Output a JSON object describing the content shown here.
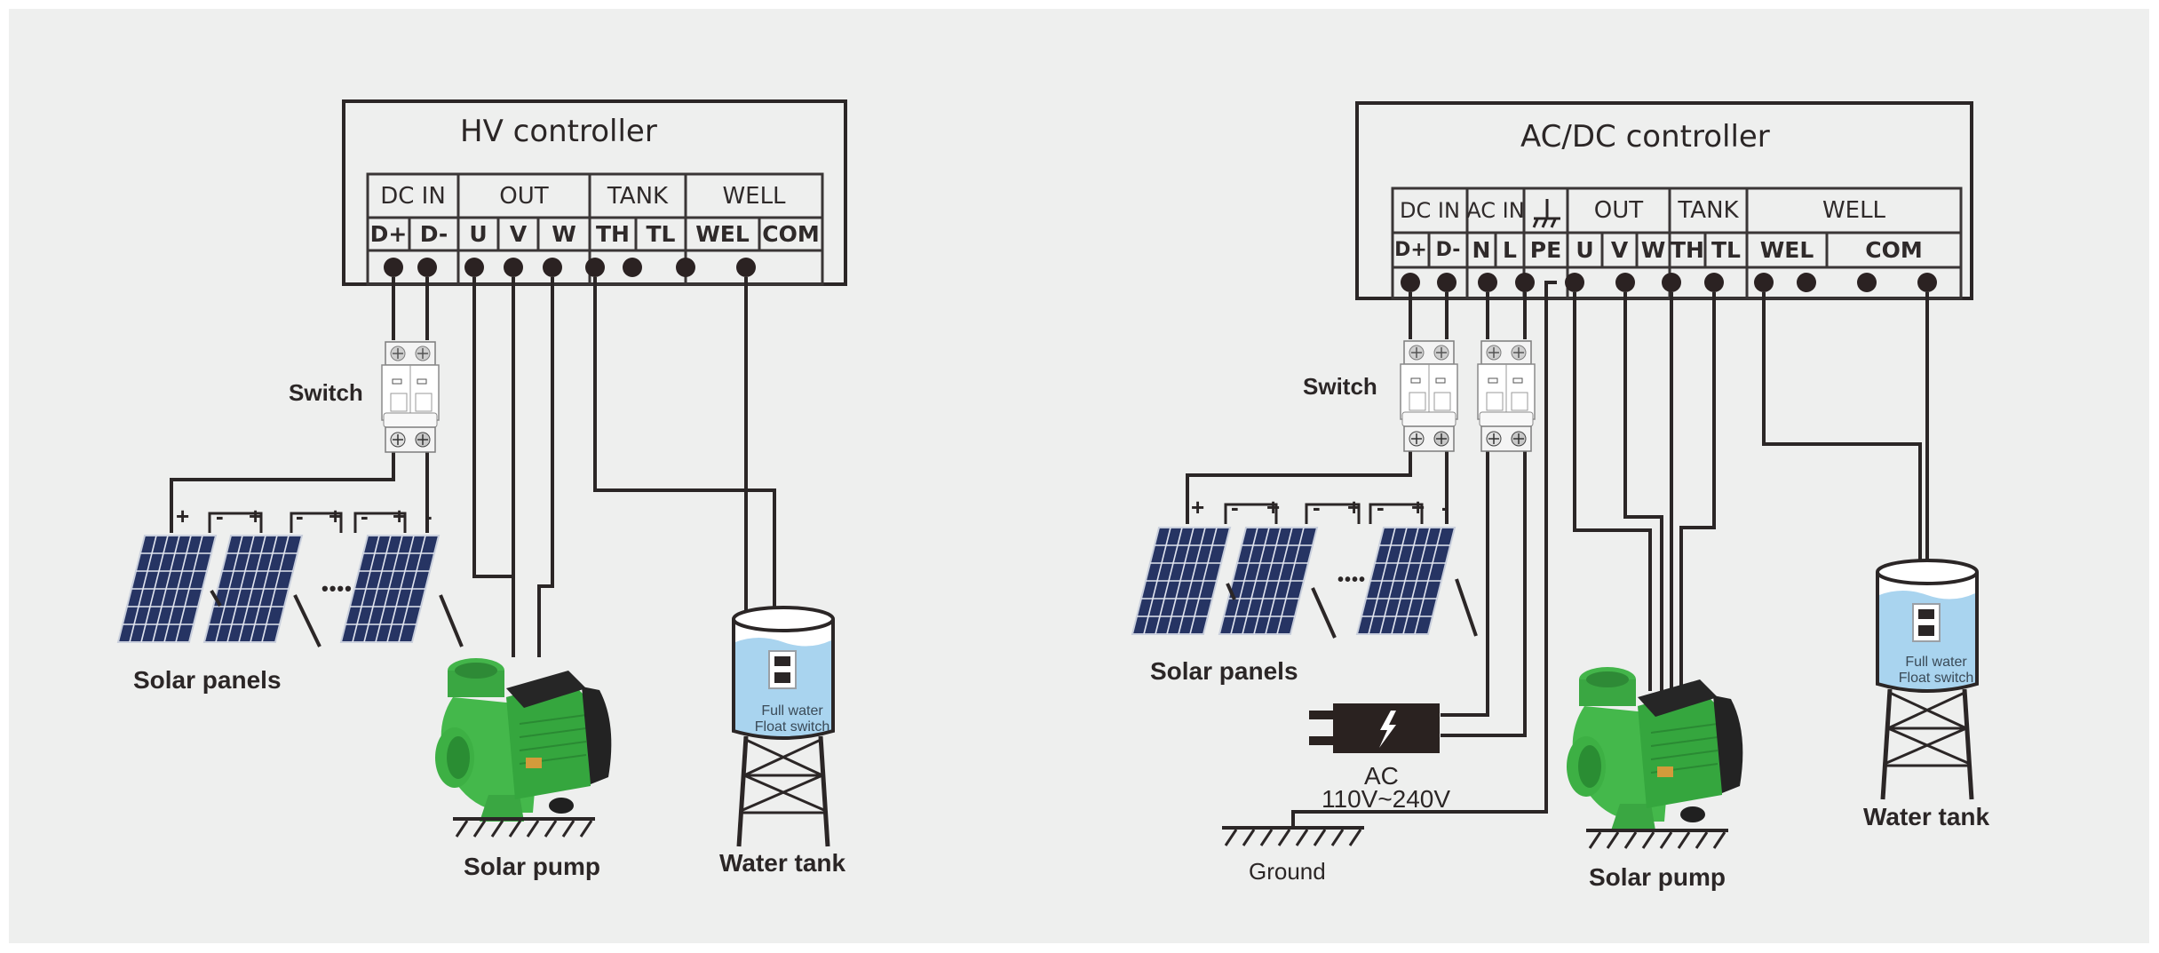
{
  "colors": {
    "background": "#eeefee",
    "wire": "#2b2626",
    "panel_blue": "#25325e",
    "pump_green": "#3cb043",
    "water_blue": "#a9d4ef"
  },
  "left_diagram": {
    "controller_title": "HV controller",
    "groups": [
      {
        "label": "DC IN",
        "terminals": [
          "D+",
          "D-"
        ]
      },
      {
        "label": "OUT",
        "terminals": [
          "U",
          "V",
          "W"
        ]
      },
      {
        "label": "TANK",
        "terminals": [
          "TH",
          "TL"
        ]
      },
      {
        "label": "WELL",
        "terminals": [
          "WEL",
          "COM"
        ]
      }
    ],
    "switch_label": "Switch",
    "solar_label": "Solar panels",
    "panel_polarity": [
      "+",
      "-",
      "+",
      "-",
      "+",
      "-",
      "+",
      "-"
    ],
    "ellipsis": "••••",
    "pump_label": "Solar pump",
    "tank_label": "Water tank",
    "float_switch_line1": "Full water",
    "float_switch_line2": "Float switch"
  },
  "right_diagram": {
    "controller_title": "AC/DC controller",
    "groups": [
      {
        "label": "DC IN",
        "terminals": [
          "D+",
          "D-"
        ]
      },
      {
        "label": "AC IN",
        "terminals": [
          "N",
          "L"
        ]
      },
      {
        "label": "ground-symbol",
        "terminals": [
          "PE"
        ]
      },
      {
        "label": "OUT",
        "terminals": [
          "U",
          "V",
          "W"
        ]
      },
      {
        "label": "TANK",
        "terminals": [
          "TH",
          "TL"
        ]
      },
      {
        "label": "WELL",
        "terminals": [
          "WEL",
          "COM"
        ]
      }
    ],
    "switch_label": "Switch",
    "solar_label": "Solar panels",
    "ellipsis": "••••",
    "ac_label": "AC",
    "ac_voltage": "110V~240V",
    "ground_label": "Ground",
    "pump_label": "Solar pump",
    "tank_label": "Water tank",
    "float_switch_line1": "Full water",
    "float_switch_line2": "Float switch"
  }
}
